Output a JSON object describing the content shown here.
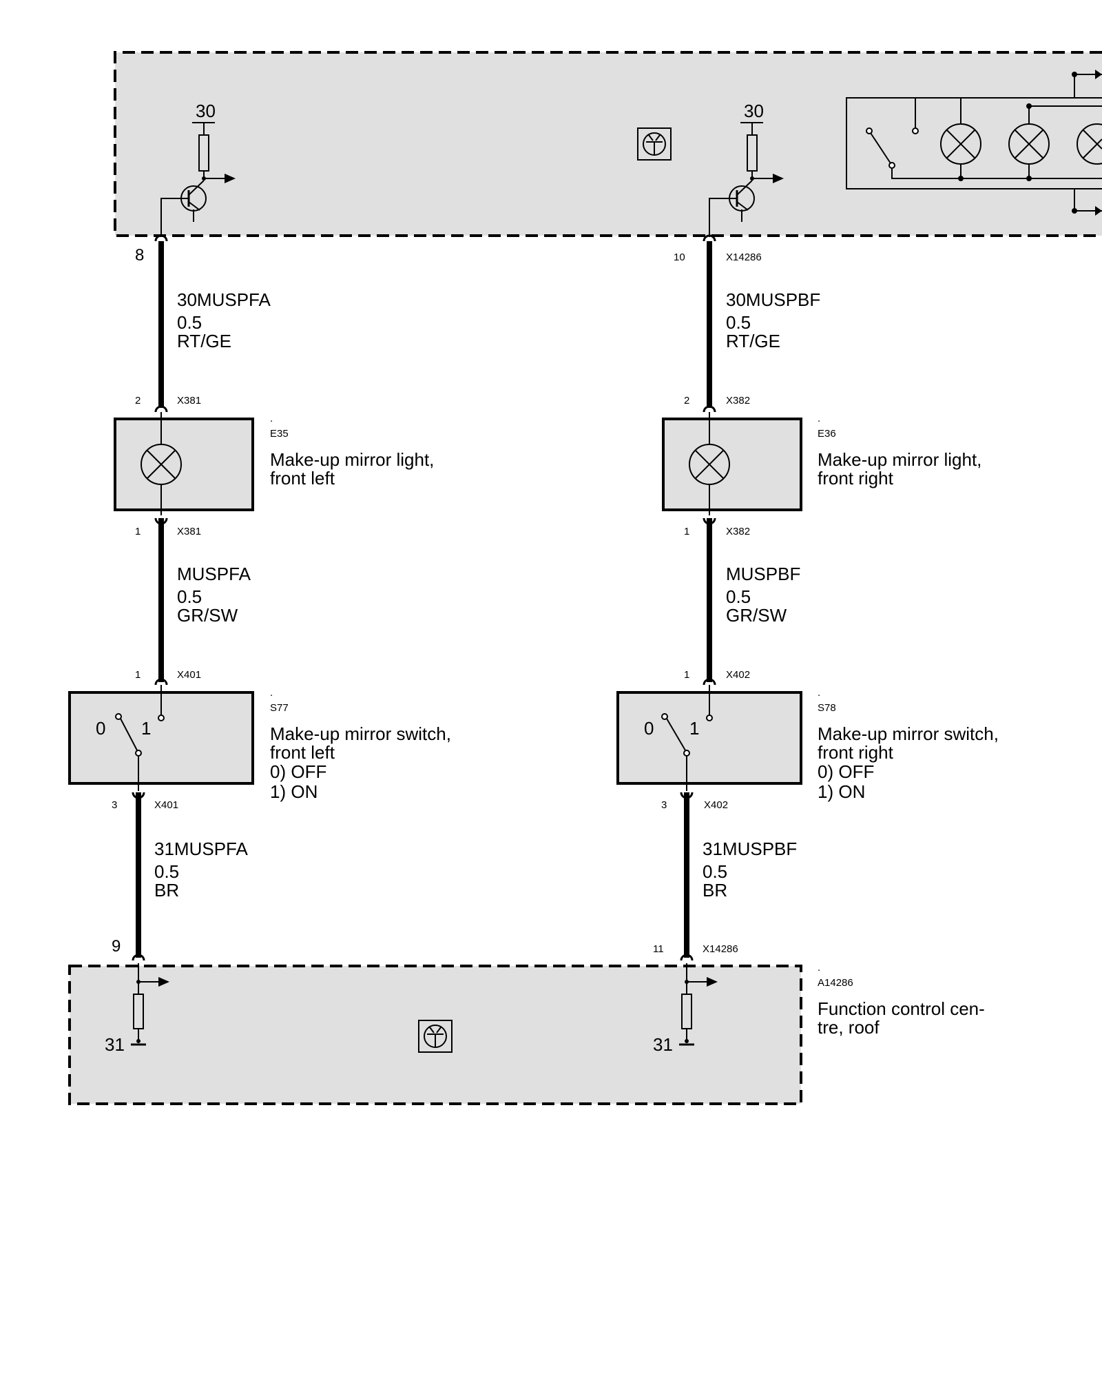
{
  "top_module": {
    "terminal_left": "30",
    "terminal_right": "30"
  },
  "bottom_module": {
    "id": "A14286",
    "name_line1": "Function control cen-",
    "name_line2": "tre, roof",
    "ground_left": "31",
    "ground_right": "31"
  },
  "pins": {
    "top_left_pin": "8",
    "top_right_pin": "10",
    "top_right_connector": "X14286",
    "bottom_left_pin": "9",
    "bottom_right_pin": "11",
    "bottom_right_connector": "X14286"
  },
  "left_branch": {
    "wire1": {
      "name": "30MUSPFA",
      "size": "0.5",
      "color": "RT/GE"
    },
    "lamp_top_pin": "2",
    "lamp_top_conn": "X381",
    "lamp": {
      "id": "E35",
      "name_line1": "Make-up mirror light,",
      "name_line2": "front left"
    },
    "lamp_bottom_pin": "1",
    "lamp_bottom_conn": "X381",
    "wire2": {
      "name": "MUSPFA",
      "size": "0.5",
      "color": "GR/SW"
    },
    "switch_top_pin": "1",
    "switch_top_conn": "X401",
    "switch": {
      "id": "S77",
      "name_line1": "Make-up mirror switch,",
      "name_line2": "front left",
      "state0": "0) OFF",
      "state1": "1) ON",
      "pos0": "0",
      "pos1": "1"
    },
    "switch_bottom_pin": "3",
    "switch_bottom_conn": "X401",
    "wire3": {
      "name": "31MUSPFA",
      "size": "0.5",
      "color": "BR"
    }
  },
  "right_branch": {
    "wire1": {
      "name": "30MUSPBF",
      "size": "0.5",
      "color": "RT/GE"
    },
    "lamp_top_pin": "2",
    "lamp_top_conn": "X382",
    "lamp": {
      "id": "E36",
      "name_line1": "Make-up mirror light,",
      "name_line2": "front right"
    },
    "lamp_bottom_pin": "1",
    "lamp_bottom_conn": "X382",
    "wire2": {
      "name": "MUSPBF",
      "size": "0.5",
      "color": "GR/SW"
    },
    "switch_top_pin": "1",
    "switch_top_conn": "X402",
    "switch": {
      "id": "S78",
      "name_line1": "Make-up mirror switch,",
      "name_line2": "front right",
      "state0": "0) OFF",
      "state1": "1) ON",
      "pos0": "0",
      "pos1": "1"
    },
    "switch_bottom_pin": "3",
    "switch_bottom_conn": "X402",
    "wire3": {
      "name": "31MUSPBF",
      "size": "0.5",
      "color": "BR"
    }
  },
  "colors": {
    "module_fill": "#e0e0e0",
    "component_fill": "#e0e0e0",
    "line": "#000000"
  }
}
